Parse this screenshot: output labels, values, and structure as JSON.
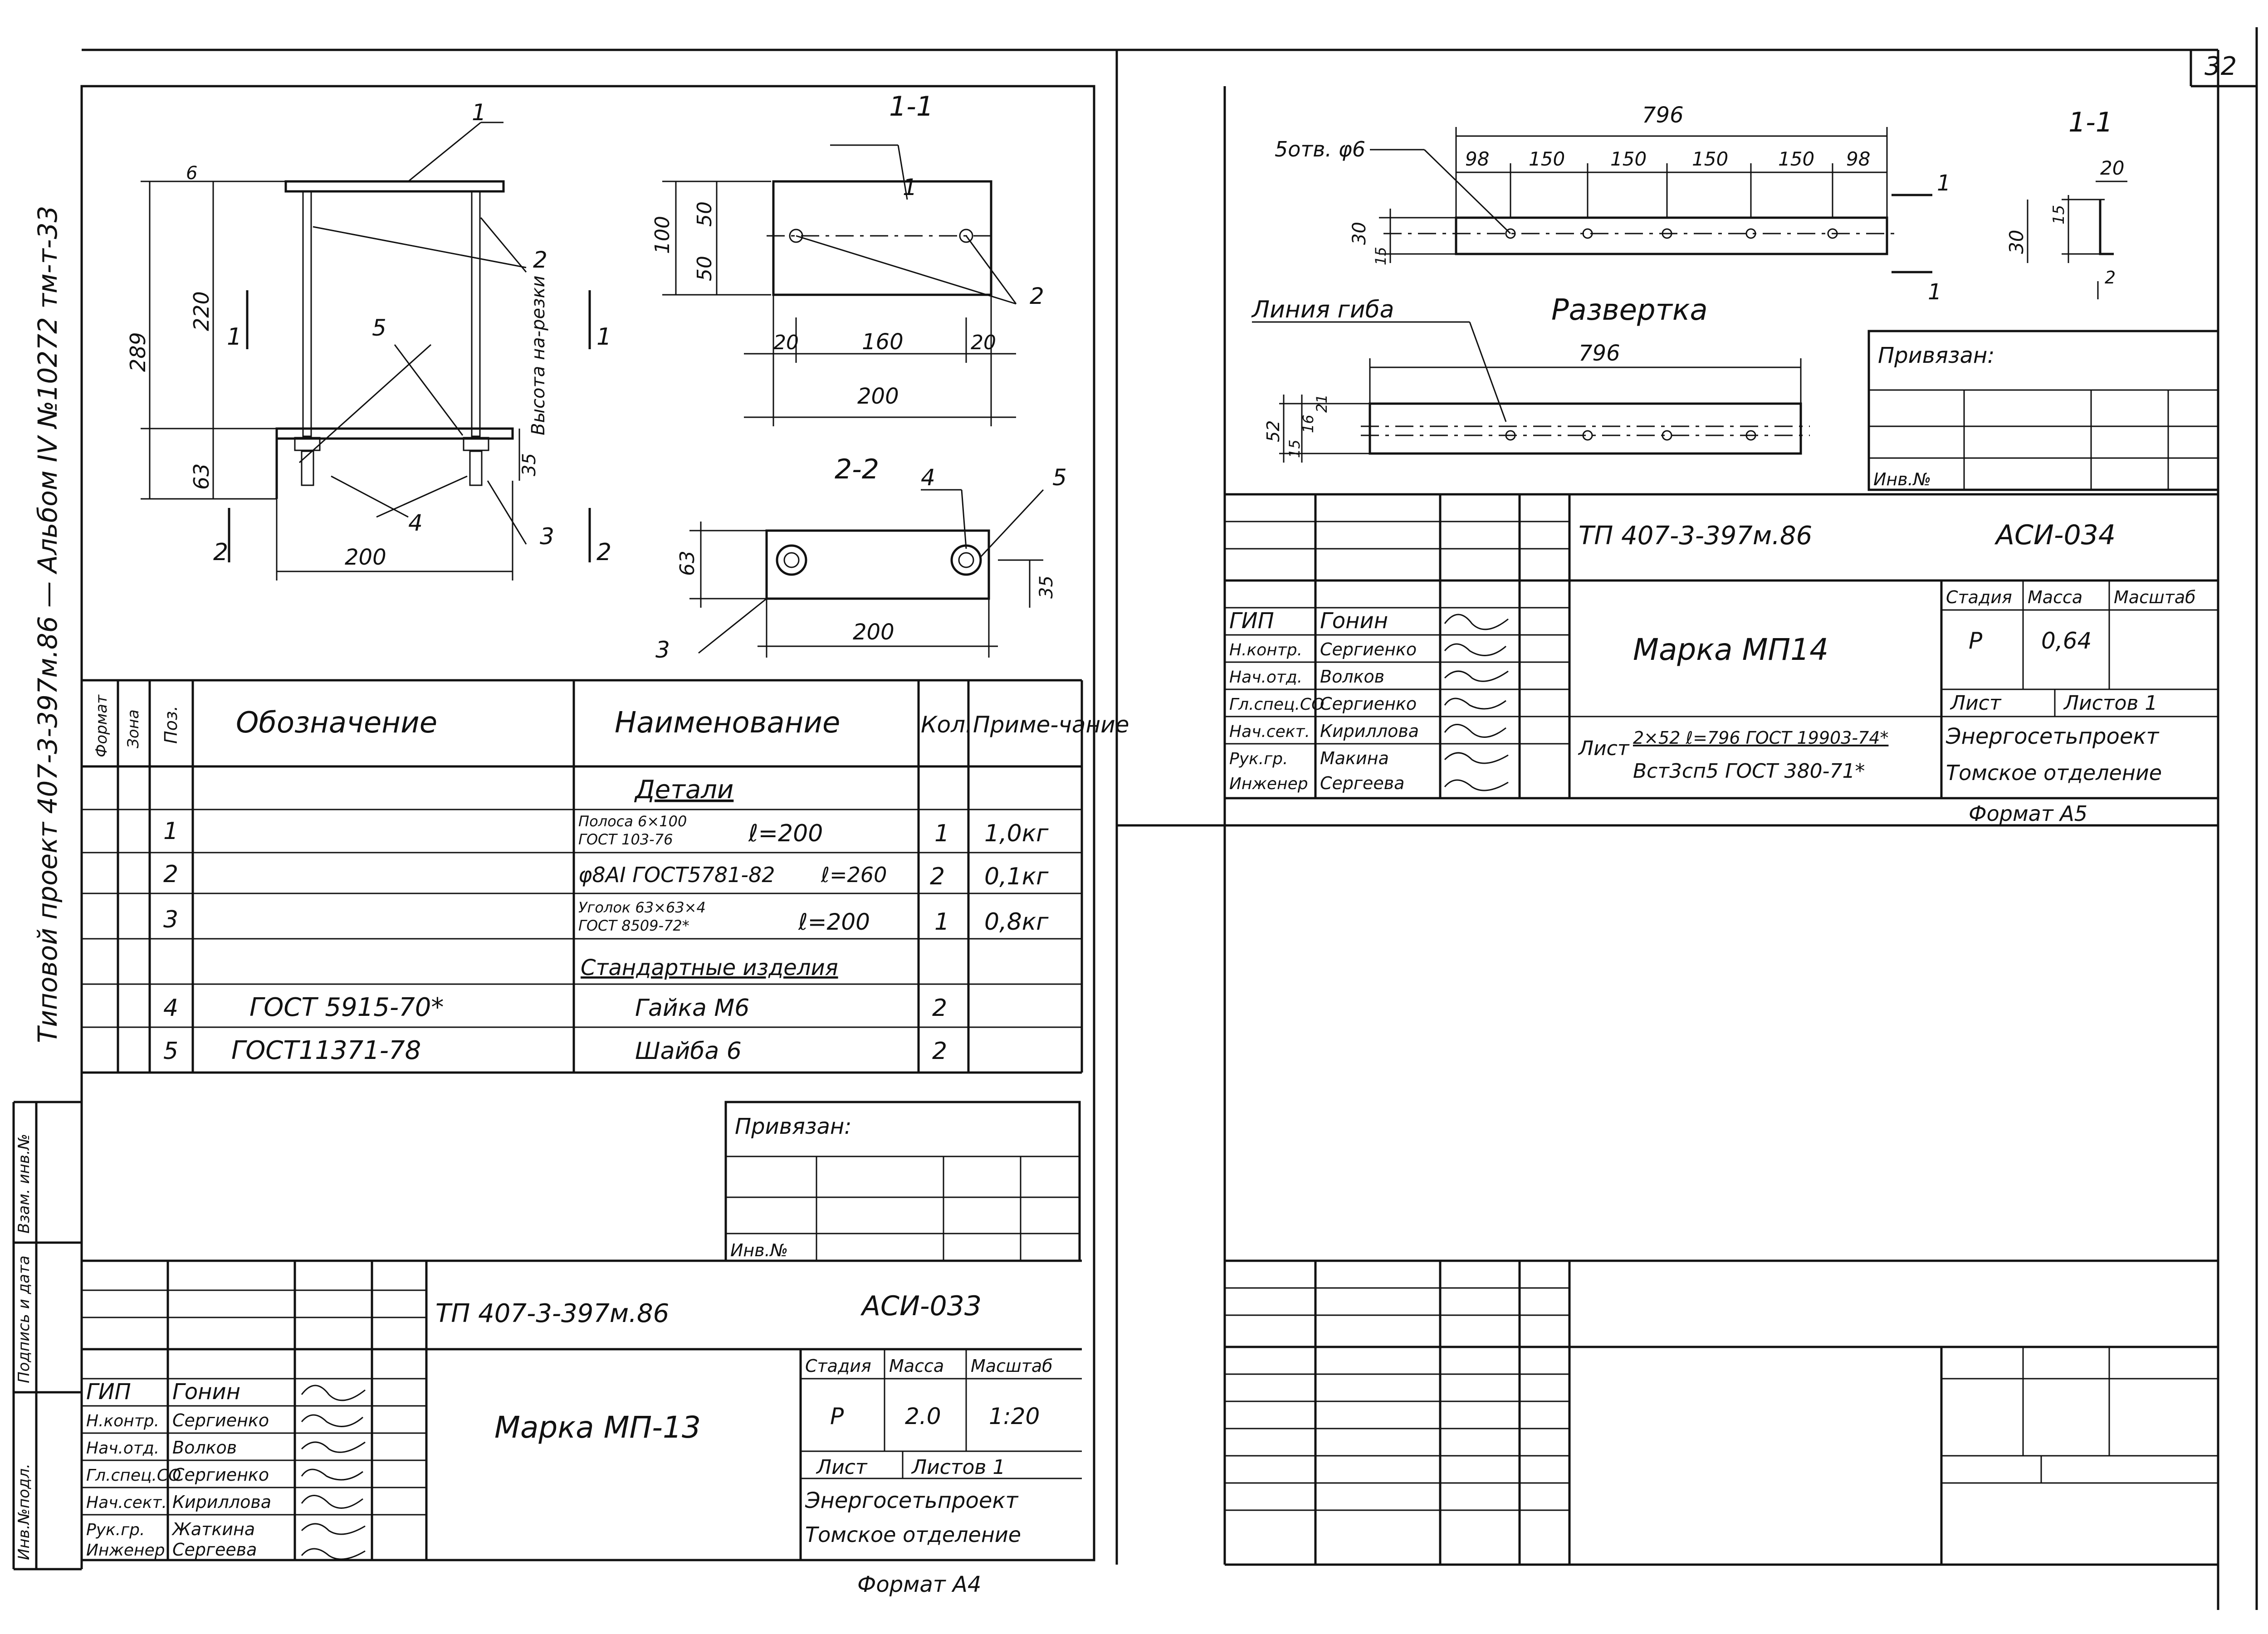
{
  "sheet_number": "32",
  "side_stamp": {
    "vertical_title": "Типовой проект 407-3-397м.86 — Альбом IV №10272 тм-т-33",
    "cells": [
      "Взам. инв.№",
      "Подпись и дата",
      "Инв.№подл."
    ]
  },
  "left": {
    "section_1_1": "1-1",
    "section_2_2": "2-2",
    "height_note": "Высота на-резки",
    "dims_front": [
      "6",
      "289",
      "220",
      "63",
      "35",
      "200"
    ],
    "dims_section": [
      "100",
      "50",
      "50",
      "20",
      "160",
      "20",
      "200"
    ],
    "dims_plan": [
      "63",
      "35",
      "200"
    ],
    "callouts": [
      "1",
      "2",
      "3",
      "4",
      "5"
    ],
    "cut_markers": [
      "1",
      "1",
      "2",
      "2"
    ],
    "spec": {
      "headers": [
        "Формат",
        "Зона",
        "Поз.",
        "Обозначение",
        "Наименование",
        "Кол.",
        "Приме-чание"
      ],
      "section_details": "Детали",
      "section_standard": "Стандартные изделия",
      "rows": [
        {
          "pos": "1",
          "designation": "",
          "name_line1": "Полоса 6×100",
          "name_line2": "ГОСТ 103-76",
          "length": "ℓ=200",
          "qty": "1",
          "note": "1,0кг"
        },
        {
          "pos": "2",
          "designation": "",
          "name_line1": "φ8АI ГОСТ5781-82",
          "name_line2": "",
          "length": "ℓ=260",
          "qty": "2",
          "note": "0,1кг"
        },
        {
          "pos": "3",
          "designation": "",
          "name_line1": "Уголок 63×63×4",
          "name_line2": "ГОСТ 8509-72*",
          "length": "ℓ=200",
          "qty": "1",
          "note": "0,8кг"
        },
        {
          "pos": "4",
          "designation": "ГОСТ 5915-70*",
          "name_line1": "Гайка М6",
          "name_line2": "",
          "length": "",
          "qty": "2",
          "note": ""
        },
        {
          "pos": "5",
          "designation": "ГОСТ11371-78",
          "name_line1": "Шайба 6",
          "name_line2": "",
          "length": "",
          "qty": "2",
          "note": ""
        }
      ]
    },
    "binding": {
      "label": "Привязан:",
      "inv": "Инв.№"
    },
    "title_block": {
      "project": "ТП 407-3-397м.86",
      "code": "АСИ-033",
      "roles": [
        "ГИП",
        "Н.контр.",
        "Нач.отд.",
        "Гл.спец.СО",
        "Нач.сект.",
        "Рук.гр.",
        "Инженер"
      ],
      "names": [
        "Гонин",
        "Сергиенко",
        "Волков",
        "Сергиенко",
        "Кириллова",
        "Жаткина",
        "Сергеева"
      ],
      "product": "Марка МП-13",
      "stage_label": "Стадия",
      "stage": "Р",
      "mass_label": "Масса",
      "mass": "2.0",
      "scale_label": "Масштаб",
      "scale": "1:20",
      "sheet_label": "Лист",
      "sheets_label": "Листов 1",
      "org_line1": "Энергосетьпроект",
      "org_line2": "Томское отделение"
    },
    "format": "Формат А4"
  },
  "right": {
    "section_1_1": "1-1",
    "holes_note": "5отв. φ6",
    "dims_top": [
      "796",
      "98",
      "150",
      "150",
      "150",
      "150",
      "98"
    ],
    "dims_left": [
      "30",
      "15"
    ],
    "dims_section": [
      "20",
      "30",
      "15",
      "2"
    ],
    "bend_line": "Линия гиба",
    "development": "Развертка",
    "dev_length": "796",
    "dev_dims": [
      "52",
      "15",
      "16",
      "21"
    ],
    "cut_markers": [
      "1",
      "1"
    ],
    "binding": {
      "label": "Привязан:",
      "inv": "Инв.№"
    },
    "title_block": {
      "project": "ТП 407-3-397м.86",
      "code": "АСИ-034",
      "roles": [
        "ГИП",
        "Н.контр.",
        "Нач.отд.",
        "Гл.спец.СО",
        "Нач.сект.",
        "Рук.гр.",
        "Инженер"
      ],
      "names": [
        "Гонин",
        "Сергиенко",
        "Волков",
        "Сергиенко",
        "Кириллова",
        "Макина",
        "Сергеева"
      ],
      "product": "Марка МП14",
      "material_prefix": "Лист",
      "material_line1": "2×52 ℓ=796 ГОСТ 19903-74*",
      "material_line2": "Вст3сп5 ГОСТ 380-71*",
      "stage_label": "Стадия",
      "stage": "Р",
      "mass_label": "Масса",
      "mass": "0,64",
      "scale_label": "Масштаб",
      "sheet_label": "Лист",
      "sheets_label": "Листов 1",
      "org_line1": "Энергосетьпроект",
      "org_line2": "Томское отделение"
    },
    "format": "Формат А5"
  }
}
